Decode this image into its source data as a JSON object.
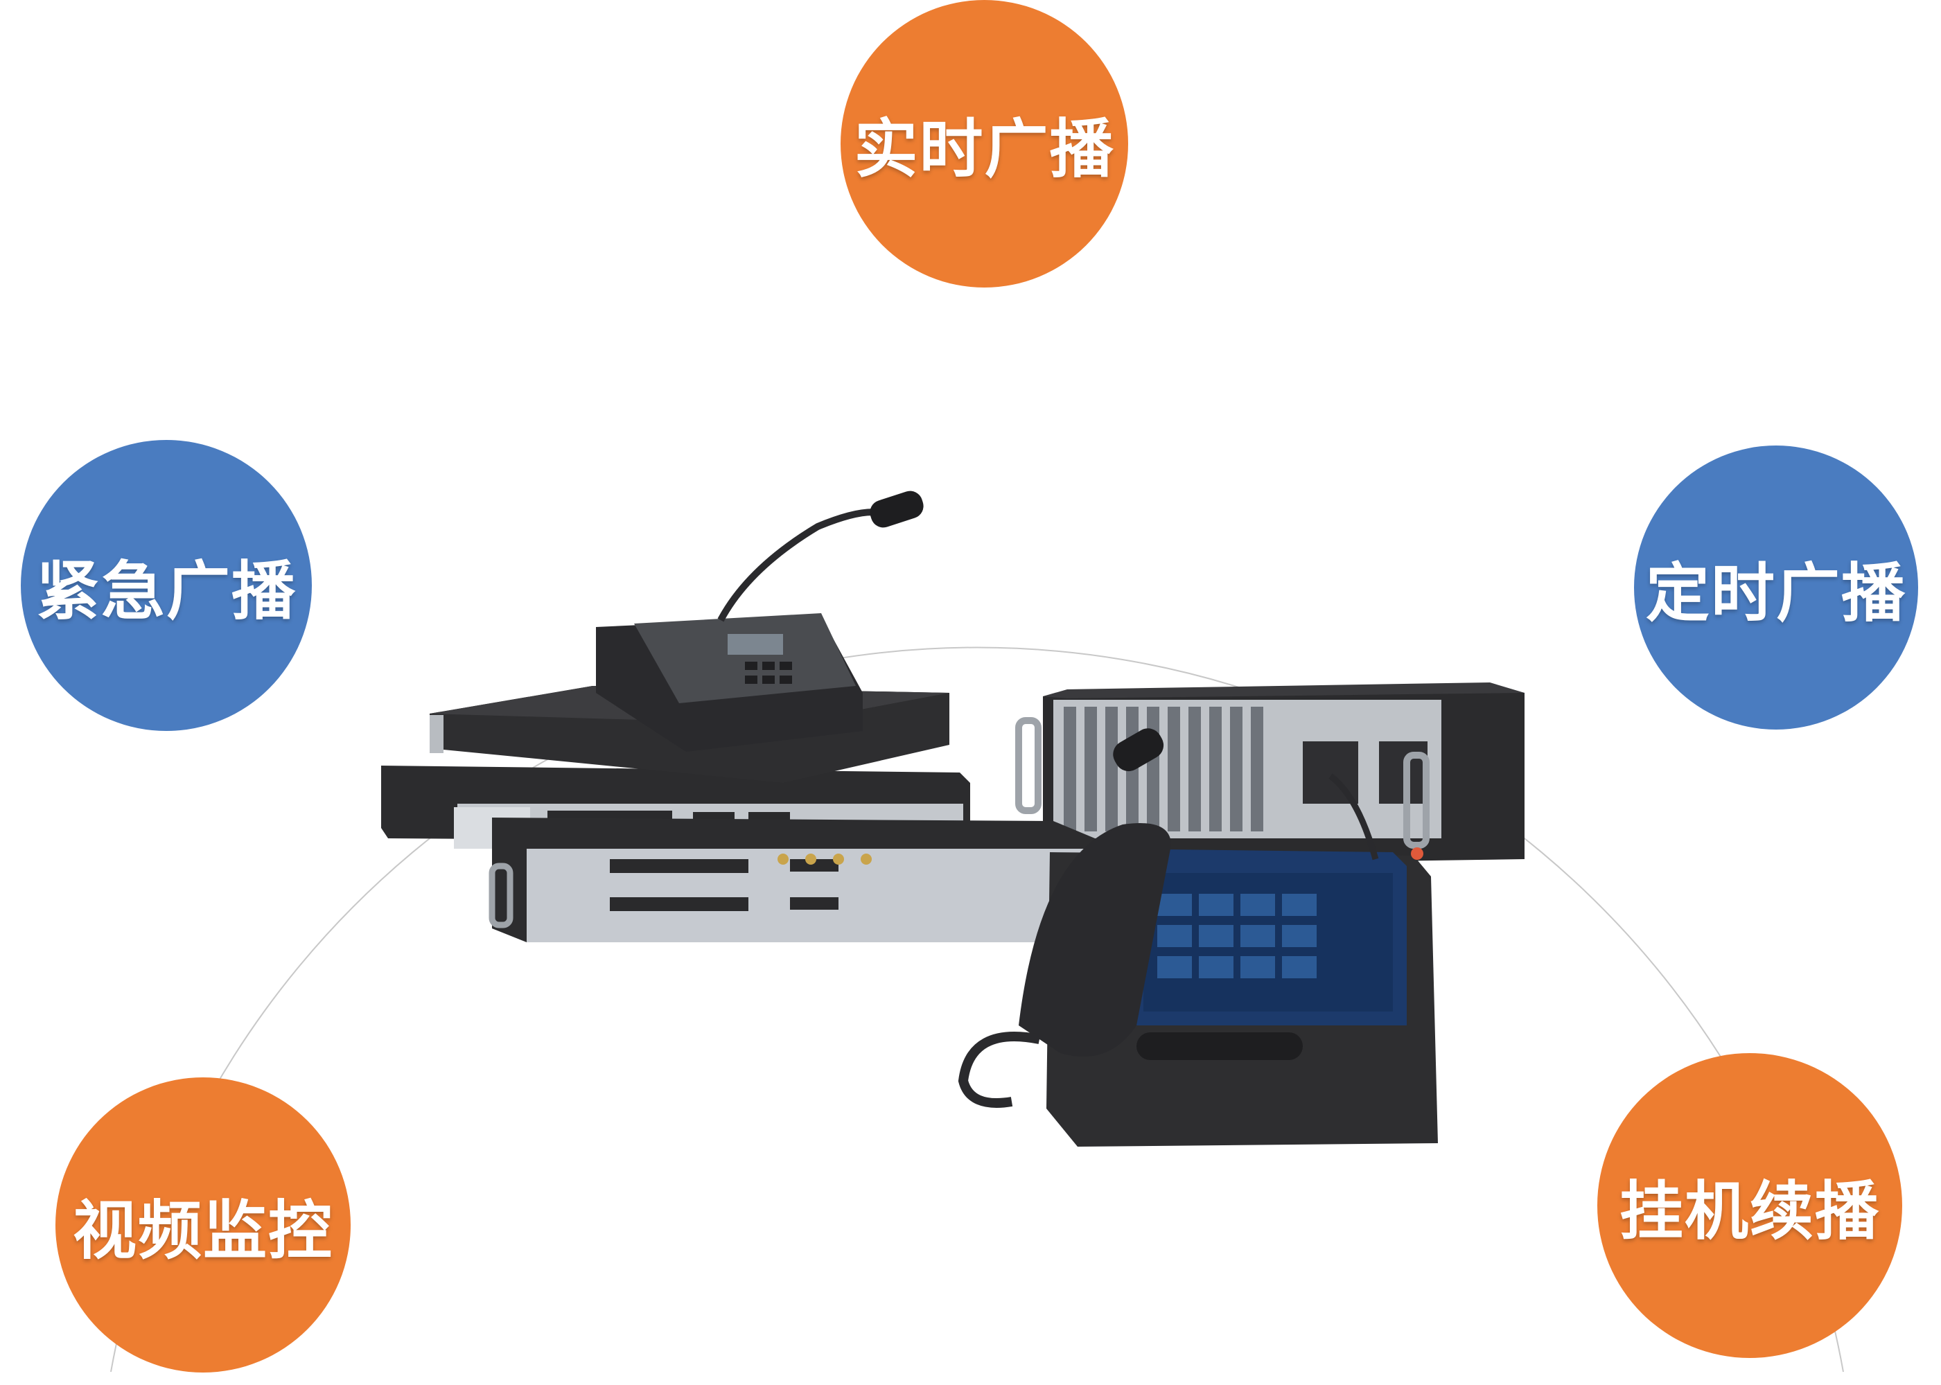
{
  "nodes": {
    "top": {
      "label": "实时广播",
      "color": "#ED7D31"
    },
    "left": {
      "label": "紧急广播",
      "color": "#4A7CC0"
    },
    "right": {
      "label": "定时广播",
      "color": "#4A7CC0"
    },
    "bottom_left": {
      "label": "视频监控",
      "color": "#ED7D31"
    },
    "bottom_right": {
      "label": "挂机续播",
      "color": "#ED7D31"
    }
  },
  "colors": {
    "orbit": "#C8C8C8",
    "device_dark": "#2E2E30",
    "device_panel": "#C9CCD1",
    "screen": "#16325E"
  }
}
